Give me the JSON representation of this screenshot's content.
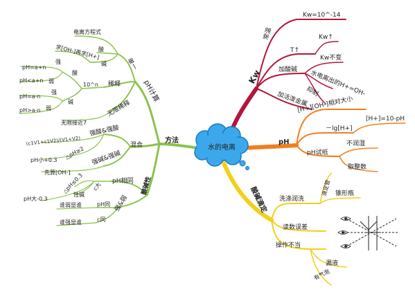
{
  "center": {
    "label": "水的电离"
  },
  "colors": {
    "kw": "#b3163b",
    "ph": "#f07f1b",
    "titration": "#f2cf1b",
    "methods": "#8bc34a",
    "cloud_fill": "#3ca8ec",
    "cloud_stroke": "#1a78c2"
  },
  "kw": {
    "label": "Kw",
    "normal_temp": {
      "label": "常温",
      "value": "Kw=10^-14"
    },
    "temperature": {
      "label": "T↑",
      "value": "Kw↑"
    },
    "acid_base": {
      "label": "加酸碱",
      "unchanged": "Kw不变",
      "water_h_oh": "水电离出的H+=OH-",
      "inhibit": "抑制"
    },
    "active_metal": {
      "label": "加活泼金属"
    }
  },
  "ph": {
    "label": "pH",
    "relative": {
      "label": "[H+][OH-]相对大小"
    },
    "formula": {
      "label": "－lg[H+]",
      "derived": "[H+]=10-pH"
    },
    "paper": {
      "label": "pH试纸",
      "not_wet": "不润湿",
      "integer": "取整数"
    }
  },
  "titration": {
    "label": "酸碱滴定",
    "washing": {
      "label": "洗涤润洗",
      "burette": "滴定管",
      "flask": "锥形瓶"
    },
    "reading": {
      "label": "读数误差"
    },
    "operation": {
      "label": "操作不当",
      "leak": "漏液",
      "bubble": "有气泡"
    }
  },
  "methods": {
    "label": "方法",
    "ph_calc": {
      "label": "pH计算",
      "single": {
        "label": "单一",
        "ionization": "电离方程式",
        "acid_label": "酸",
        "base_label": "碱",
        "base_method": "求[OH-]再求[H+]"
      },
      "dilution": {
        "label": "稀释",
        "acid_label": "酸",
        "base_label": "碱",
        "factor": "10^n",
        "strong1": "强",
        "weak1": "弱",
        "strong2": "强",
        "weak2": "弱",
        "acid_strong": "pH=a+n",
        "acid_weak": "pH<a+n",
        "base_strong": "pH=a-n",
        "base_weak": "pH>a-n"
      },
      "infinite": {
        "label": "无限稀释",
        "note": "无限接近7"
      }
    },
    "mixing": {
      "label": "混合",
      "strong_strong": {
        "label": "强酸&强酸",
        "formula": "(c1V1+c1V2)/(V1+V2)"
      },
      "small": {
        "label": "pH小+0.3",
        "delta": "△pH≥2"
      },
      "sb": {
        "label": "强碱&强碱",
        "first_oh": "先算[OH-]"
      }
    },
    "acidity": {
      "label": "酸碱性",
      "same_ph": {
        "label": "pH相同",
        "c_big": "c大",
        "large": "pH大-0.3",
        "delta": "△pH≤0.3",
        "nature": "性碱"
      },
      "strong_weak": {
        "label": "强&弱",
        "ph_same": "pH同",
        "c_same": "c同",
        "dilute1": "谁弱显谁",
        "dilute2": "谁强显谁"
      }
    }
  }
}
